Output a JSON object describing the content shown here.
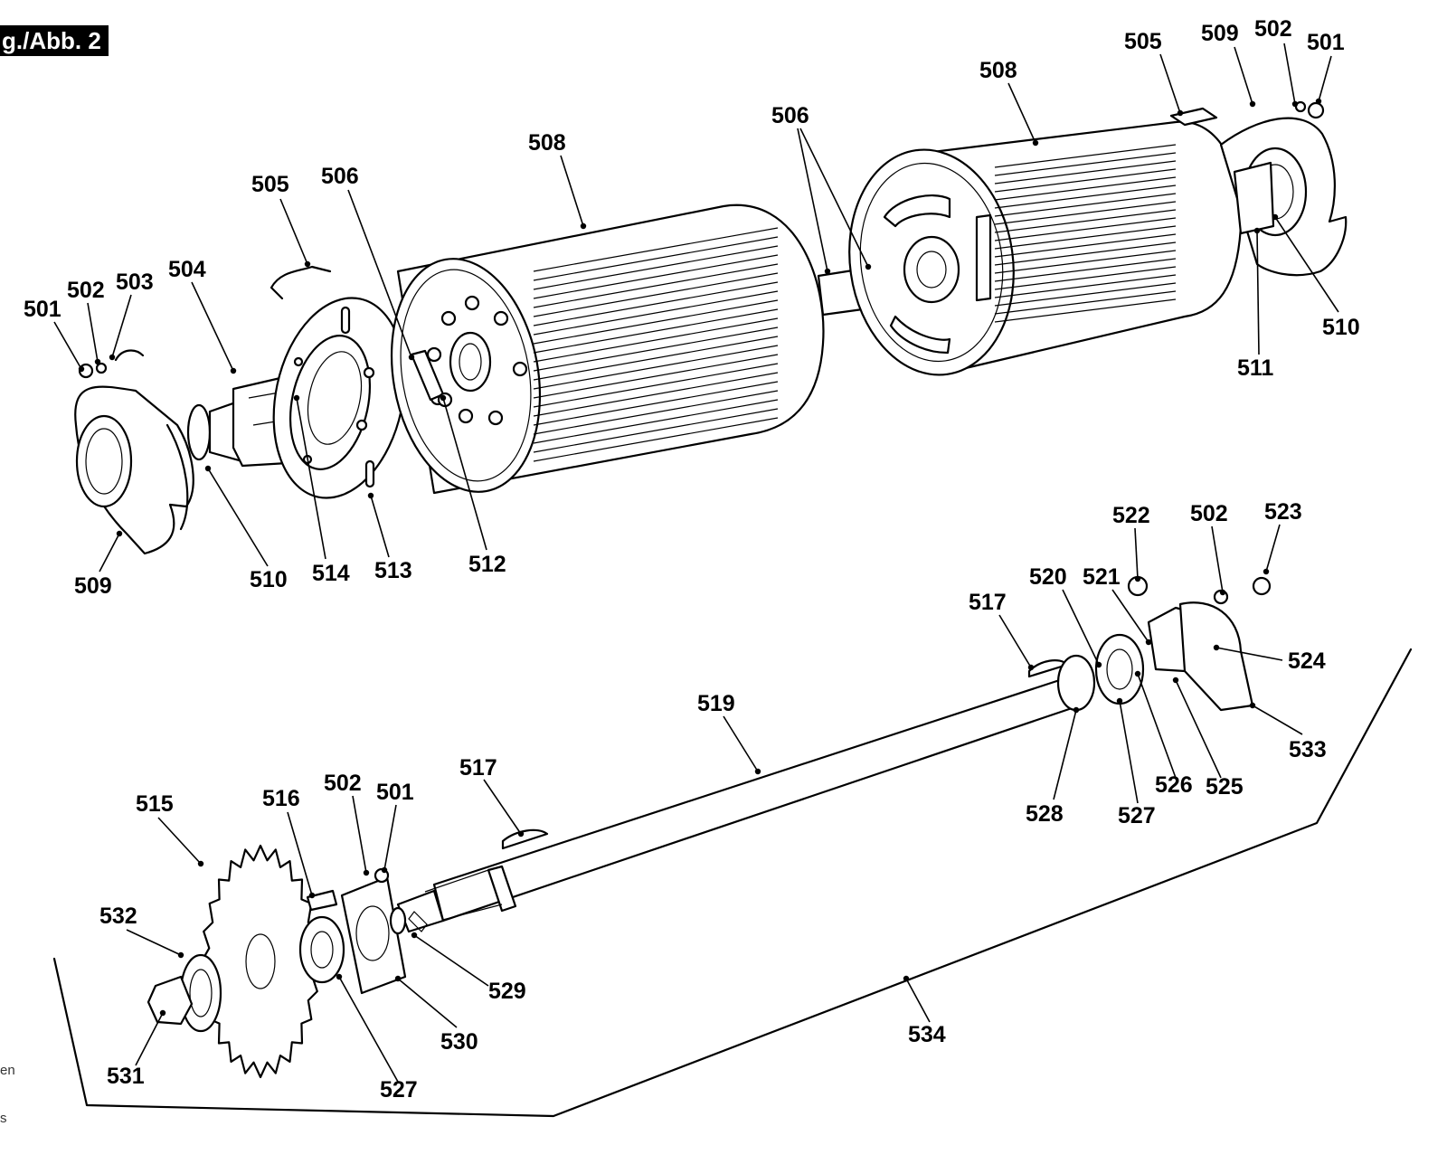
{
  "figure_label": "g./Abb. 2",
  "edge_text": [
    "en",
    "s"
  ],
  "callouts": {
    "c501_left": "501",
    "c502_left": "502",
    "c503": "503",
    "c504": "504",
    "c505_left": "505",
    "c506_left": "506",
    "c508_left": "508",
    "c509_left": "509",
    "c510_left": "510",
    "c514": "514",
    "c513": "513",
    "c512": "512",
    "c505_right": "505",
    "c508_right": "508",
    "c506_center": "506",
    "c509_right": "509",
    "c502_right": "502",
    "c501_right": "501",
    "c510_right": "510",
    "c511": "511",
    "c522": "522",
    "c502_lower": "502",
    "c523": "523",
    "c520": "520",
    "c521": "521",
    "c517_right": "517",
    "c524": "524",
    "c519": "519",
    "c533": "533",
    "c526": "526",
    "c525": "525",
    "c528": "528",
    "c527_right": "527",
    "c517_left": "517",
    "c515": "515",
    "c516": "516",
    "c502_bottom": "502",
    "c501_bottom": "501",
    "c532": "532",
    "c529": "529",
    "c530": "530",
    "c531": "531",
    "c527_left": "527",
    "c534": "534"
  }
}
